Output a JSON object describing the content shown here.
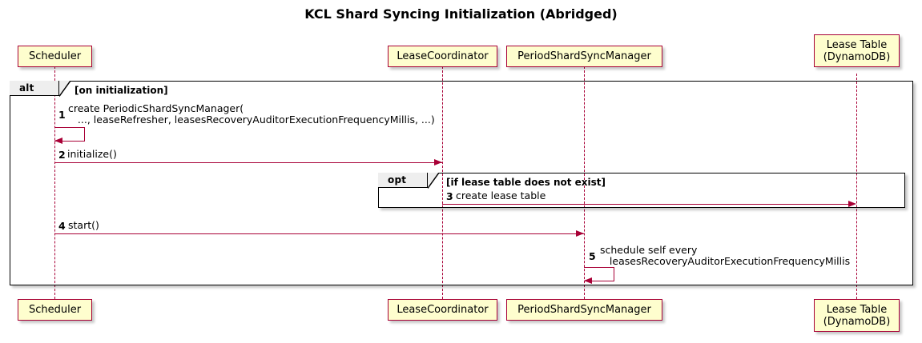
{
  "diagram": {
    "title": "KCL Shard Syncing Initialization (Abridged)",
    "type": "sequence-diagram"
  },
  "participants": [
    {
      "id": "scheduler",
      "label": "Scheduler"
    },
    {
      "id": "leasecoordinator",
      "label": "LeaseCoordinator"
    },
    {
      "id": "periodshardsyncmanager",
      "label": "PeriodShardSyncManager"
    },
    {
      "id": "leasetable",
      "label": "Lease Table\n(DynamoDB)"
    }
  ],
  "fragments": [
    {
      "id": "alt",
      "keyword": "alt",
      "condition": "[on initialization]"
    },
    {
      "id": "opt",
      "keyword": "opt",
      "condition": "[if lease table does not exist]"
    }
  ],
  "messages": [
    {
      "num": "1",
      "from": "scheduler",
      "to": "scheduler",
      "self": true,
      "line1": "create PeriodicShardSyncManager(",
      "line2": "   ..., leaseRefresher, leasesRecoveryAuditorExecutionFrequencyMillis, ...)"
    },
    {
      "num": "2",
      "from": "scheduler",
      "to": "leasecoordinator",
      "self": false,
      "line1": "initialize()",
      "line2": ""
    },
    {
      "num": "3",
      "from": "leasecoordinator",
      "to": "leasetable",
      "self": false,
      "line1": "create lease table",
      "line2": ""
    },
    {
      "num": "4",
      "from": "scheduler",
      "to": "periodshardsyncmanager",
      "self": false,
      "line1": "start()",
      "line2": ""
    },
    {
      "num": "5",
      "from": "periodshardsyncmanager",
      "to": "periodshardsyncmanager",
      "self": true,
      "line1": "schedule self every",
      "line2": "   leasesRecoveryAuditorExecutionFrequencyMillis"
    }
  ],
  "colors": {
    "participant_fill": "#FEFECE",
    "participant_border": "#A80036",
    "arrow": "#A80036",
    "fragment_border": "#000000",
    "fragment_tab_fill": "#EEEEEE",
    "background": "#FFFFFF"
  }
}
